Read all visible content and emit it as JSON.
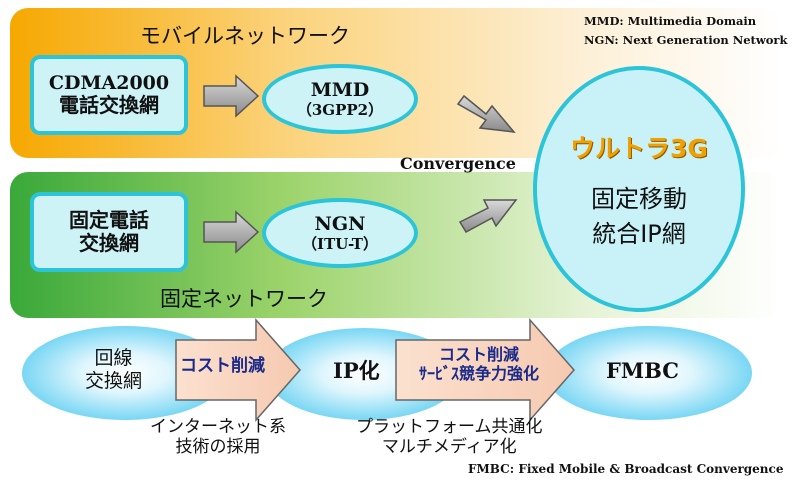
{
  "notes": {
    "mmd": "MMD: Multimedia Domain",
    "ngn": "NGN: Next Generation Network",
    "fmbc": "FMBC: Fixed Mobile & Broadcast Convergence"
  },
  "mobile": {
    "title": "モバイルネットワーク",
    "source_line1": "CDMA2000",
    "source_line2": "電話交換網",
    "target_line1": "MMD",
    "target_line2": "（3GPP2）"
  },
  "fixed": {
    "title": "固定ネットワーク",
    "source_line1": "固定電話",
    "source_line2": "交換網",
    "target_line1": "NGN",
    "target_line2": "（ITU-T）"
  },
  "convergence_label": "Convergence",
  "ultra": {
    "title": "ウルトラ3G",
    "line1": "固定移動",
    "line2": "統合IP網"
  },
  "evolution": {
    "stage1_line1": "回線",
    "stage1_line2": "交換網",
    "arrow1_label": "コスト削減",
    "stage2": "IP化",
    "arrow2_label1": "コスト削減",
    "arrow2_label2": "ｻｰﾋﾞｽ競争力強化",
    "stage3": "FMBC",
    "caption1_line1": "インターネット系",
    "caption1_line2": "技術の採用",
    "caption2_line1": "プラットフォーム共通化",
    "caption2_line2": "マルチメディア化"
  },
  "colors": {
    "mobile_band": "#f6a800",
    "fixed_band": "#3aa83a",
    "box_border": "#2bc4d9",
    "ultra_title": "#f0a000",
    "arrow_label": "#1a2a8a"
  }
}
